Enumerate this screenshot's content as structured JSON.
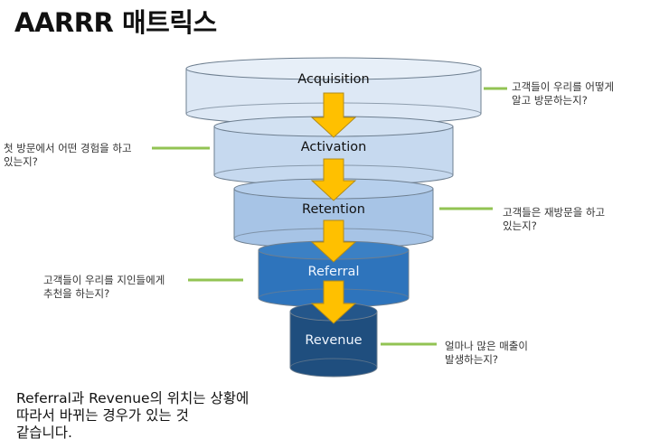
{
  "title": "AARRR 매트릭스",
  "colors": {
    "arrow_fill": "#ffc000",
    "arrow_stroke": "#b08a1a",
    "connector": "#92c353",
    "outline": "#6e7f90"
  },
  "stages": [
    {
      "label": "Acquisition",
      "fill": "#dde8f5",
      "top": "#e7eff8",
      "text_color": "#111111",
      "note": "고객들이 우리를 어떻게\n알고 방문하는지?",
      "note_side": "right"
    },
    {
      "label": "Activation",
      "fill": "#c6d9ef",
      "top": "#d2e1f2",
      "text_color": "#111111",
      "note": "첫 방문에서 어떤 경험을 하고\n있는지?",
      "note_side": "left"
    },
    {
      "label": "Retention",
      "fill": "#a7c4e6",
      "top": "#b6cfec",
      "text_color": "#111111",
      "note": "고객들은 재방문을 하고\n있는지?",
      "note_side": "right"
    },
    {
      "label": "Referral",
      "fill": "#2e74bc",
      "top": "#3b80c4",
      "text_color": "#f0f6ff",
      "note": "고객들이 우리를 지인들에게\n추천을 하는지?",
      "note_side": "left"
    },
    {
      "label": "Revenue",
      "fill": "#1f4e7e",
      "top": "#24568a",
      "text_color": "#f0f6ff",
      "note": "얼마나 많은 매출이\n발생하는지?",
      "note_side": "right"
    }
  ],
  "icons": {
    "flow_arrow": "arrow-down-icon",
    "connector": "connector-line"
  },
  "footer": "Referral과 Revenue의 위치는 상황에\n따라서 바뀌는 경우가 있는 것\n같습니다."
}
